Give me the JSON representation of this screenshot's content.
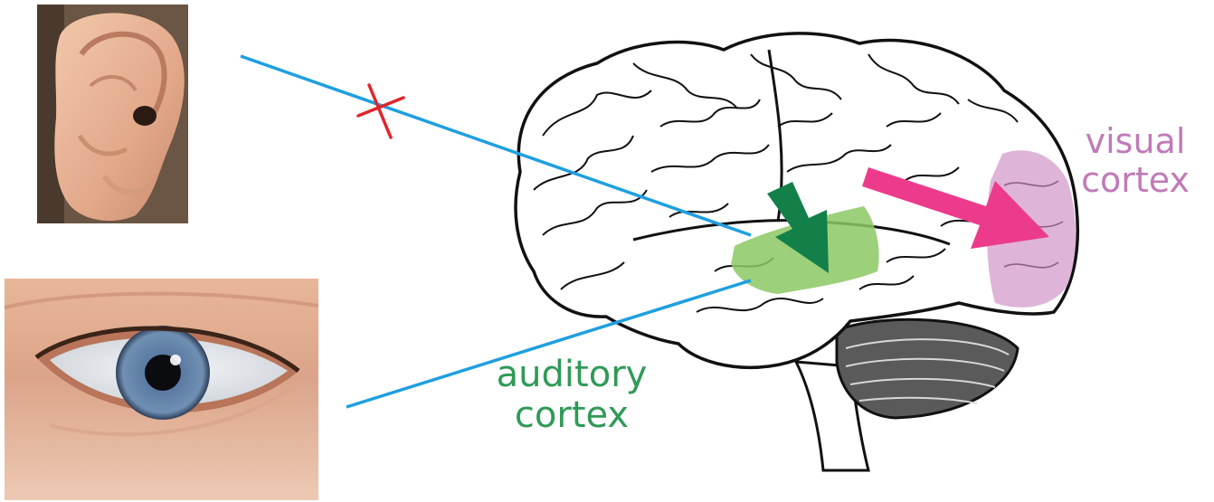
{
  "labels": {
    "visual_line1": "visual",
    "visual_line2": "cortex",
    "auditory_line1": "auditory",
    "auditory_line2": "cortex"
  },
  "colors": {
    "visual": "#c07ab8",
    "visual_region": "#dcaed6",
    "visual_arrow": "#ec3b8d",
    "auditory": "#2f9a57",
    "auditory_region": "#8cc863",
    "auditory_arrow": "#138049",
    "connection_line": "#1e9fe0",
    "blocked_mark": "#e0262a",
    "skin": "#e6b292",
    "brain_outline": "#111111"
  },
  "icons": {
    "ear": "ear-photo",
    "eye": "eye-photo",
    "blocked": "red-x-mark",
    "brain": "brain-illustration"
  }
}
